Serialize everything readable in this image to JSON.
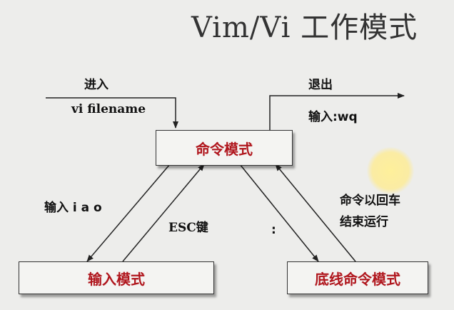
{
  "title": "Vim/Vi 工作模式",
  "modes": {
    "command": "命令模式",
    "insert": "输入模式",
    "lastline": "底线命令模式"
  },
  "labels": {
    "enter": "进入",
    "enter_cmd": "vi filename",
    "exit": "退出",
    "exit_cmd": "输入:wq",
    "insert_keys": "输入 i a o",
    "esc": "ESC键",
    "colon": ":",
    "enter_return_1": "命令以回车",
    "enter_return_2": "结束运行"
  },
  "colors": {
    "mode_text": "#b0161d",
    "line": "#222222",
    "highlight": "#ffe98c"
  }
}
